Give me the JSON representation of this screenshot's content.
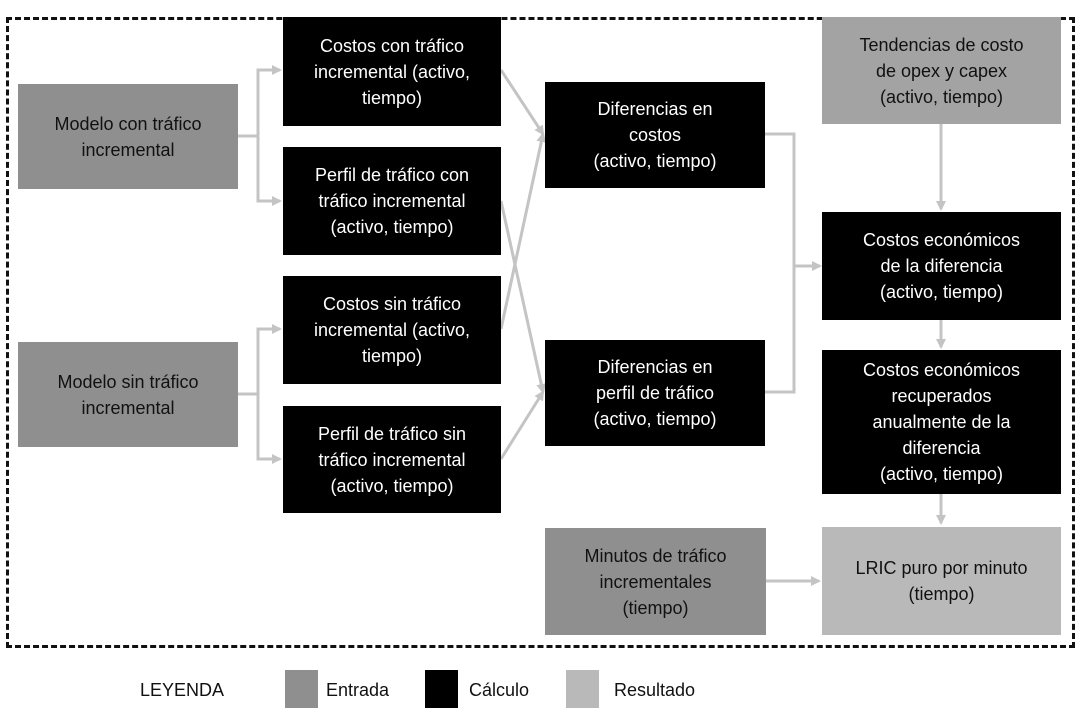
{
  "boxes": {
    "modelo_con": "Modelo con tráfico\nincremental",
    "modelo_sin": "Modelo sin tráfico\nincremental",
    "costos_con": "Costos con tráfico\nincremental (activo,\ntiempo)",
    "perfil_con": "Perfil de tráfico con\ntráfico incremental\n(activo, tiempo)",
    "costos_sin": "Costos sin tráfico\nincremental (activo,\ntiempo)",
    "perfil_sin": "Perfil de tráfico sin\ntráfico incremental\n(activo, tiempo)",
    "dif_costos": "Diferencias en\ncostos\n(activo, tiempo)",
    "dif_perfil": "Diferencias en\nperfil de tráfico\n(activo, tiempo)",
    "tendencias": "Tendencias de costo\nde opex y capex\n(activo, tiempo)",
    "costos_econ": "Costos económicos\nde la diferencia\n(activo, tiempo)",
    "costos_recup": "Costos económicos\nrecuperados\nanualmente de la\ndiferencia\n(activo, tiempo)",
    "minutos": "Minutos de tráfico\nincrementales\n(tiempo)",
    "lric": "LRIC puro por minuto\n(tiempo)"
  },
  "legend": {
    "title": "LEYENDA",
    "entrada": "Entrada",
    "calculo": "Cálculo",
    "resultado": "Resultado"
  },
  "colors": {
    "entrada": "#8f8f8f",
    "calculo": "#000000",
    "resultado": "#b9b9b9",
    "arrow": "#c4c4c4"
  }
}
